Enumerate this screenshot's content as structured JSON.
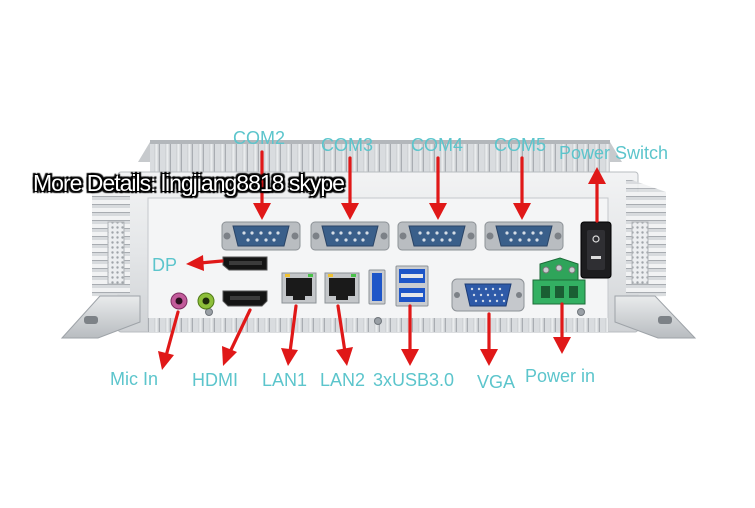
{
  "watermark": "More Details: lingjiang8818   skype",
  "labels": {
    "com2": "COM2",
    "com3": "COM3",
    "com4": "COM4",
    "com5": "COM5",
    "power_switch": "Power Switch",
    "dp": "DP",
    "mic_in": "Mic In",
    "hdmi": "HDMI",
    "lan1": "LAN1",
    "lan2": "LAN2",
    "usb": "3xUSB3.0",
    "vga": "VGA",
    "power_in": "Power in"
  },
  "colors": {
    "label": "#5cc5cc",
    "arrow": "#e01818",
    "chassis": "#e6e8ea"
  }
}
